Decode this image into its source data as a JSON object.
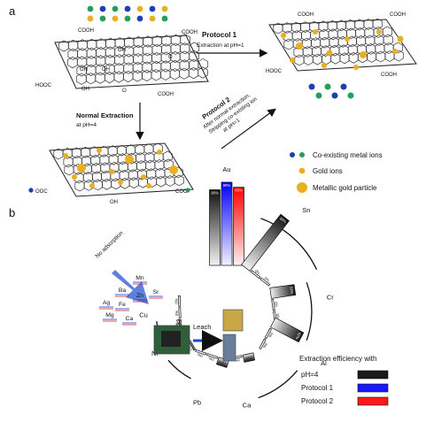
{
  "panels": {
    "a": "a",
    "b": "b"
  },
  "arrows": {
    "protocol1_title": "Protocol 1",
    "protocol1_desc": "Extraction at pH=1",
    "protocol2_title": "Protocol 2",
    "protocol2_line1": "After normal extraction,",
    "protocol2_line2": "Stripping co-existing ion",
    "protocol2_line3": "at pH=1",
    "normal_title": "Normal Extraction",
    "normal_desc": "at pH=4"
  },
  "legend_a": {
    "coexisting": "Co-existing metal ions",
    "gold_ions": "Gold ions",
    "metallic": "Metallic gold particle"
  },
  "functional_groups": {
    "cooh": "COOH",
    "hooc": "HOOC",
    "oh": "OH",
    "o": "O",
    "ooc": "OOC",
    "coo": "COO"
  },
  "panel_b": {
    "no_adsorption": "No adsorption",
    "no_adsorption_metals": [
      "Ba",
      "Mn",
      "Ag",
      "Fe",
      "Zn",
      "Sr",
      "Mg",
      "Ca"
    ],
    "leach": "Leach",
    "legend_title": "Extraction efficiency with",
    "legend_items": [
      {
        "label": "pH=4",
        "color": "#1a1a1a"
      },
      {
        "label": "Protocol 1",
        "color": "#1a1aff"
      },
      {
        "label": "Protocol 2",
        "color": "#ff1a1a"
      }
    ],
    "metals": [
      {
        "name": "Au",
        "values": [
          "90%",
          "99%",
          "93%"
        ]
      },
      {
        "name": "Sn",
        "values": [
          "90%",
          "0%",
          "0%"
        ]
      },
      {
        "name": "Cr",
        "values": [
          "53%",
          "0%",
          "0%"
        ]
      },
      {
        "name": "Al",
        "values": [
          "62%",
          "0%",
          "0%"
        ]
      },
      {
        "name": "Ca",
        "values": [
          "20%",
          "0%",
          "0%"
        ]
      },
      {
        "name": "Pb",
        "values": [
          "20%",
          "0%",
          "0%"
        ]
      },
      {
        "name": "Ni",
        "values": [
          "2.8%",
          "0%",
          "0%"
        ]
      },
      {
        "name": "Cu",
        "values": [
          "3%",
          "0%",
          "0%"
        ]
      }
    ]
  }
}
